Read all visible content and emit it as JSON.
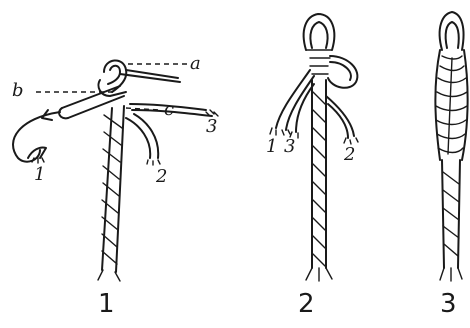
{
  "figures": [
    {
      "number": "1",
      "labels": {
        "a": "a",
        "b": "b",
        "c": "c"
      },
      "strands": [
        "1",
        "2",
        "3"
      ]
    },
    {
      "number": "2",
      "strands": [
        "1",
        "3",
        "2"
      ]
    },
    {
      "number": "3"
    }
  ]
}
